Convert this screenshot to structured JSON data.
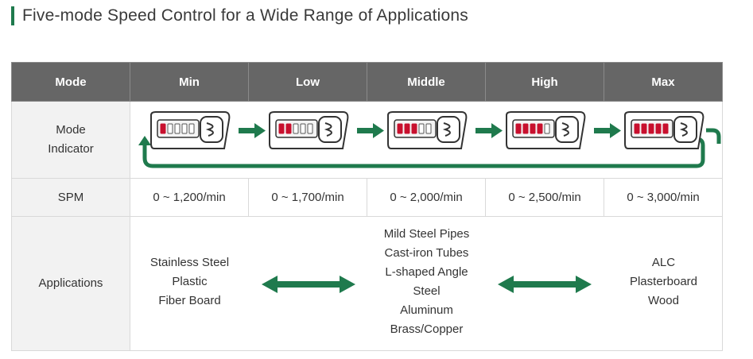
{
  "header": {
    "title": "Five-mode Speed Control for a Wide Range of Applications"
  },
  "table": {
    "columns": [
      "Mode",
      "Min",
      "Low",
      "Middle",
      "High",
      "Max"
    ],
    "rows": {
      "indicator_label_line1": "Mode",
      "indicator_label_line2": "Indicator",
      "spm_label": "SPM",
      "applications_label": "Applications"
    },
    "spm": [
      "0 ~ 1,200/min",
      "0 ~ 1,700/min",
      "0 ~ 2,000/min",
      "0 ~ 2,500/min",
      "0 ~ 3,000/min"
    ],
    "indicator_lit_segments": [
      1,
      2,
      3,
      4,
      5
    ],
    "applications": {
      "low_group": [
        "Stainless Steel",
        "Plastic",
        "Fiber Board"
      ],
      "middle_group": [
        "Mild Steel Pipes",
        "Cast-iron Tubes",
        "L-shaped Angle",
        "Steel",
        "Aluminum",
        "Brass/Copper"
      ],
      "high_group": [
        "ALC",
        "Plasterboard",
        "Wood"
      ]
    }
  },
  "colors": {
    "accent_green": "#1f7a4d",
    "header_gray": "#666666",
    "label_bg": "#f2f2f2",
    "segment_red": "#c8102e"
  },
  "icons": [
    "right-arrow-icon",
    "loop-arrow-icon",
    "double-arrow-icon",
    "mode-indicator-panel-icon"
  ]
}
